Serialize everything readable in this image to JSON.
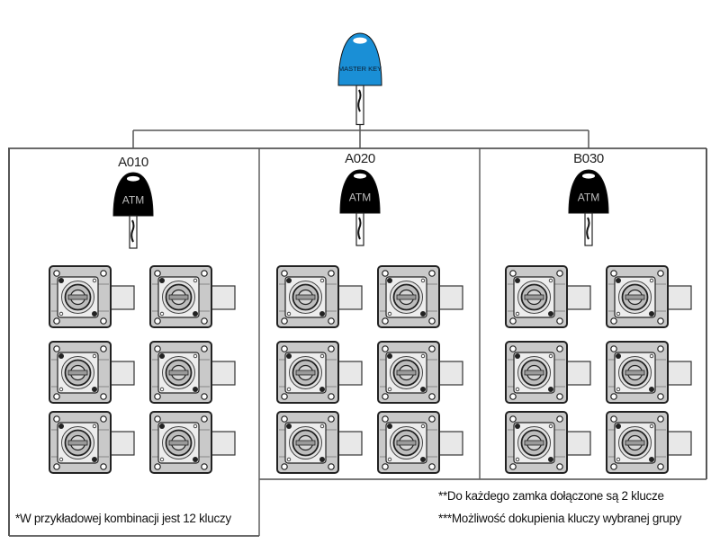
{
  "master_key": {
    "label": "MASTER KEY",
    "color": "#1a8fd6"
  },
  "groups": [
    {
      "name": "A010",
      "key_label": "ATM",
      "locks": 6
    },
    {
      "name": "A020",
      "key_label": "ATM",
      "locks": 6
    },
    {
      "name": "B030",
      "key_label": "ATM",
      "locks": 6
    }
  ],
  "notes": {
    "footnote_1": "*W przykładowej kombinacji jest 12 kluczy",
    "footnote_2": "**Do każdego zamka dołączone są 2 klucze",
    "footnote_3": "***Możliwość dokupienia kluczy wybranej grupy"
  },
  "colors": {
    "group_key": "#000000",
    "lock_body": "#c8c8c8",
    "line": "#555555"
  }
}
